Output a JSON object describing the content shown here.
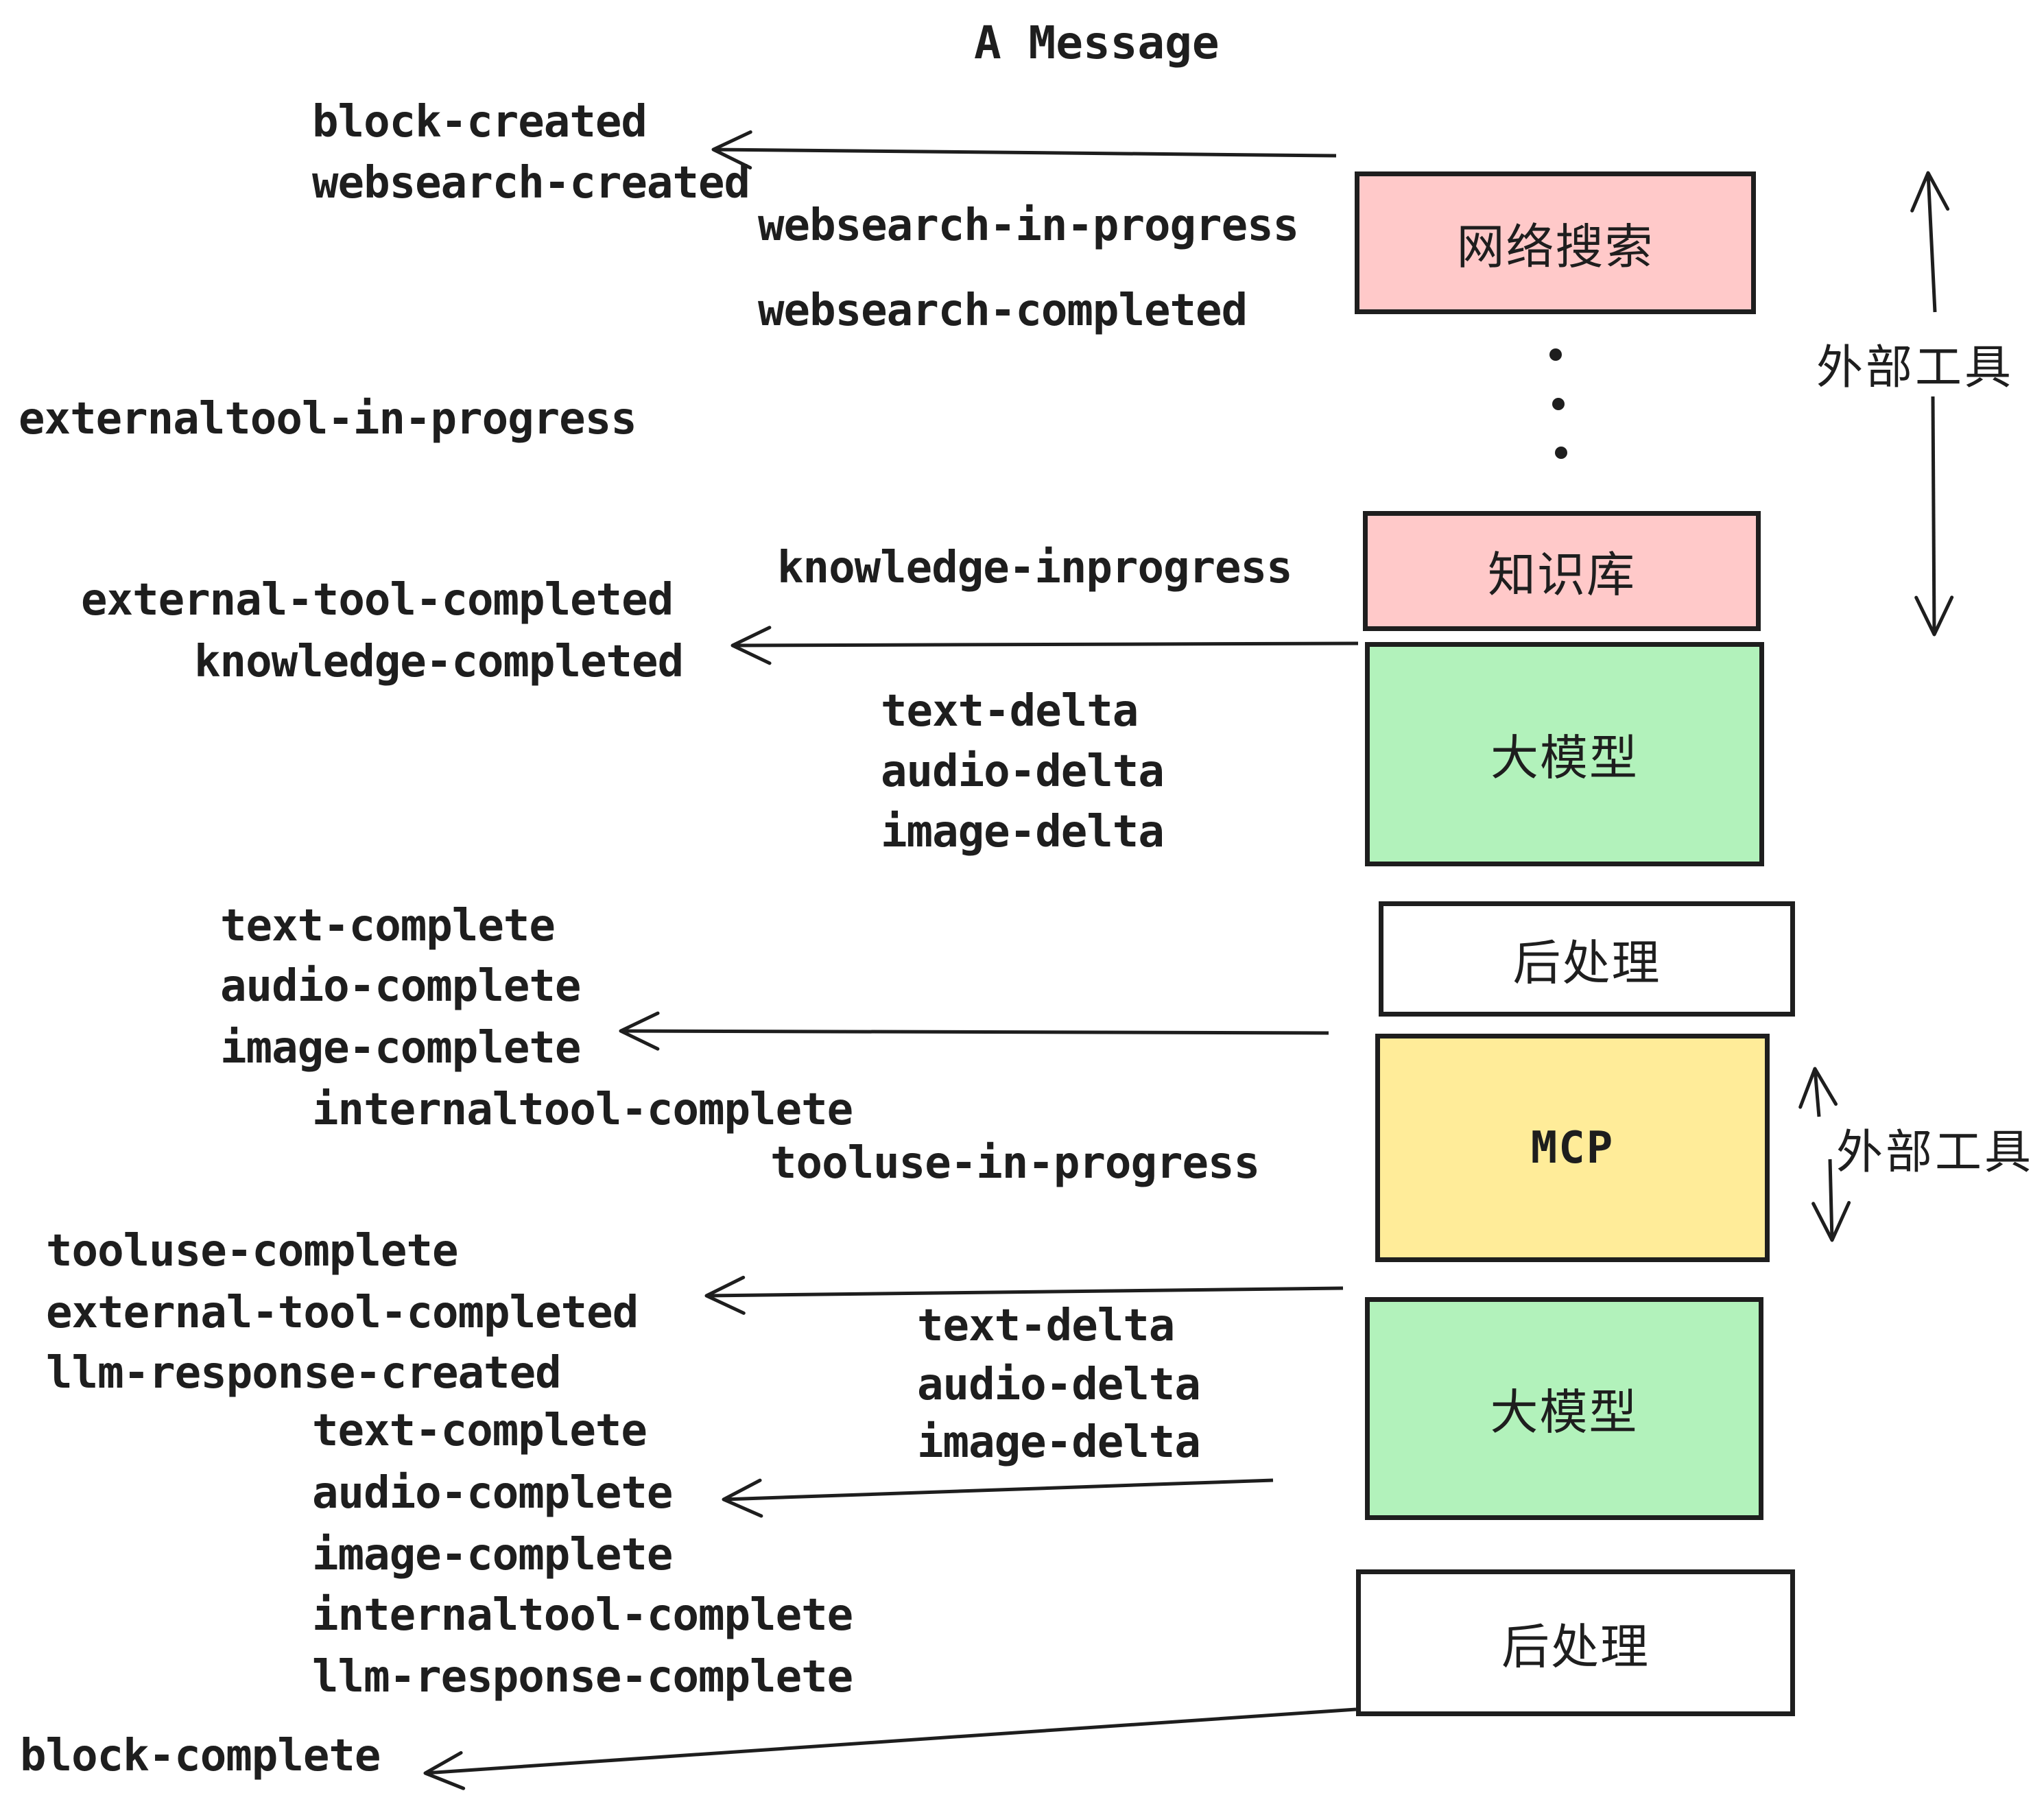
{
  "title": "A Message",
  "colors": {
    "box_pink": "#ffc9c9",
    "box_green": "#b2f2bb",
    "box_yellow": "#ffec99",
    "box_white": "#ffffff",
    "ink": "#1e1e1e"
  },
  "boxes": [
    {
      "id": "websearch",
      "label": "网络搜索",
      "color": "pink"
    },
    {
      "id": "knowledge",
      "label": "知识库",
      "color": "pink"
    },
    {
      "id": "llm-1",
      "label": "大模型",
      "color": "green"
    },
    {
      "id": "postprocess-1",
      "label": "后处理",
      "color": "white"
    },
    {
      "id": "mcp",
      "label": "MCP",
      "color": "yellow"
    },
    {
      "id": "llm-2",
      "label": "大模型",
      "color": "green"
    },
    {
      "id": "postprocess-2",
      "label": "后处理",
      "color": "white"
    }
  ],
  "side_labels": [
    "外部工具",
    "外部工具"
  ],
  "events": [
    "block-created",
    "websearch-created",
    "websearch-in-progress",
    "websearch-completed",
    "externaltool-in-progress",
    "knowledge-inprogress",
    "external-tool-completed",
    "knowledge-completed",
    "text-delta",
    "audio-delta",
    "image-delta",
    "text-complete",
    "audio-complete",
    "image-complete",
    "internaltool-complete",
    "tooluse-in-progress",
    "tooluse-complete",
    "external-tool-completed",
    "llm-response-created",
    "text-delta",
    "audio-delta",
    "image-delta",
    "text-complete",
    "audio-complete",
    "image-complete",
    "internaltool-complete",
    "llm-response-complete",
    "block-complete"
  ]
}
